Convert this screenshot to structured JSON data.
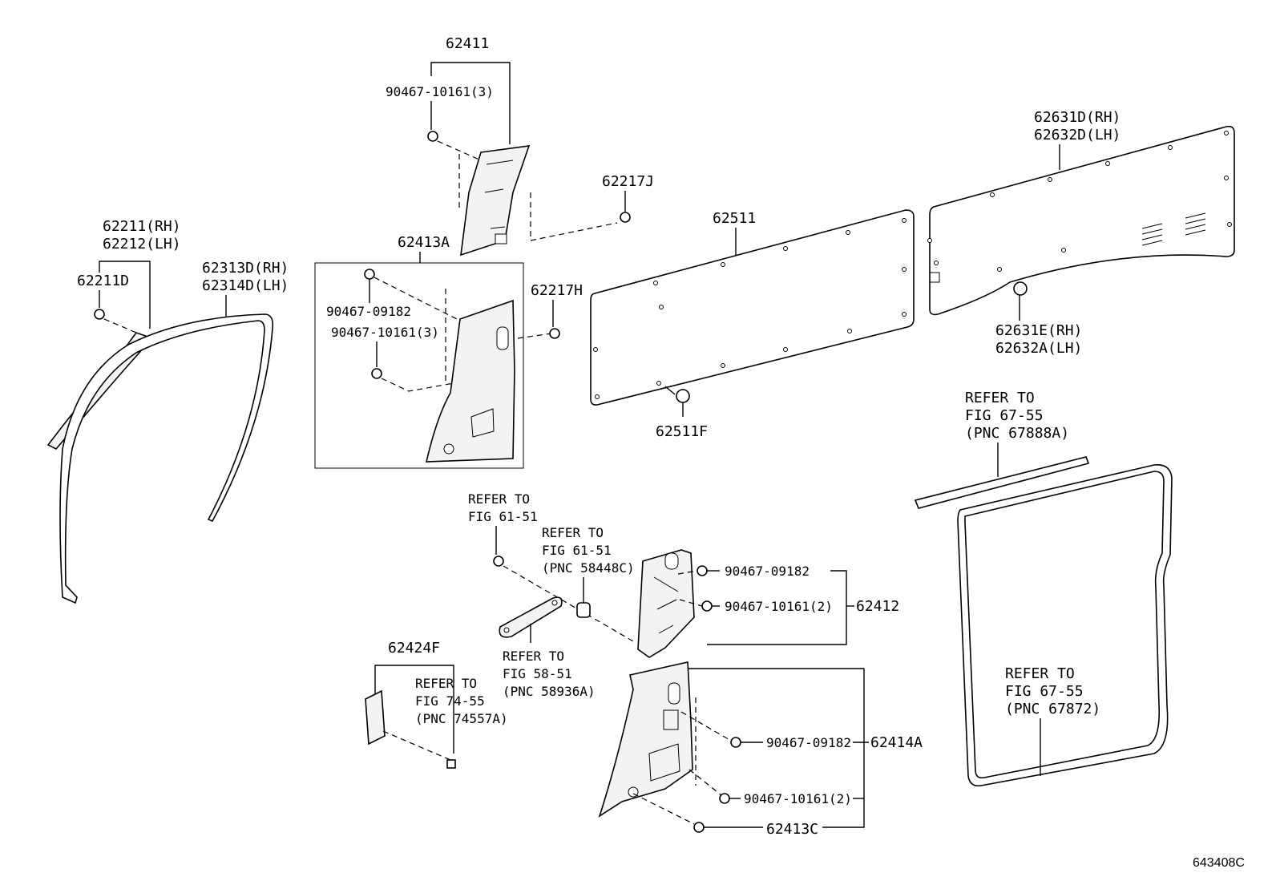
{
  "labels": {
    "p62411": "62411",
    "p62411_bolt": "90467-10161(3)",
    "p62217J": "62217J",
    "p62511": "62511",
    "p62631D": "62631D(RH)",
    "p62632D": "62632D(LH)",
    "p62211": "62211(RH)",
    "p62212": "62212(LH)",
    "p62211D": "62211D",
    "p62313D": "62313D(RH)",
    "p62314D": "62314D(LH)",
    "p62413A": "62413A",
    "p62413A_c1": "90467-09182",
    "p62413A_c2": "90467-10161(3)",
    "p62217H": "62217H",
    "p62631E": "62631E(RH)",
    "p62632A": "62632A(LH)",
    "p62511F": "62511F",
    "ref6755a_1": "REFER TO",
    "ref6755a_2": "FIG 67-55",
    "ref6755a_3": "(PNC 67888A)",
    "ref6151a_1": "REFER TO",
    "ref6151a_2": "FIG 61-51",
    "ref6151b_1": "REFER TO",
    "ref6151b_2": "FIG 61-51",
    "ref6151b_3": "(PNC 58448C)",
    "p62412_c1": "90467-09182",
    "p62412_c2": "90467-10161(2)",
    "p62412": "62412",
    "ref5851_1": "REFER TO",
    "ref5851_2": "FIG 58-51",
    "ref5851_3": "(PNC 58936A)",
    "p62424F": "62424F",
    "ref7455_1": "REFER TO",
    "ref7455_2": "FIG 74-55",
    "ref7455_3": "(PNC 74557A)",
    "ref6755b_1": "REFER TO",
    "ref6755b_2": "FIG 67-55",
    "ref6755b_3": "(PNC 67872)",
    "p62414A_c1": "90467-09182",
    "p62414A": "62414A",
    "p62414A_c2": "90467-10161(2)",
    "p62413C": "62413C",
    "diagram_code": "643408C"
  }
}
